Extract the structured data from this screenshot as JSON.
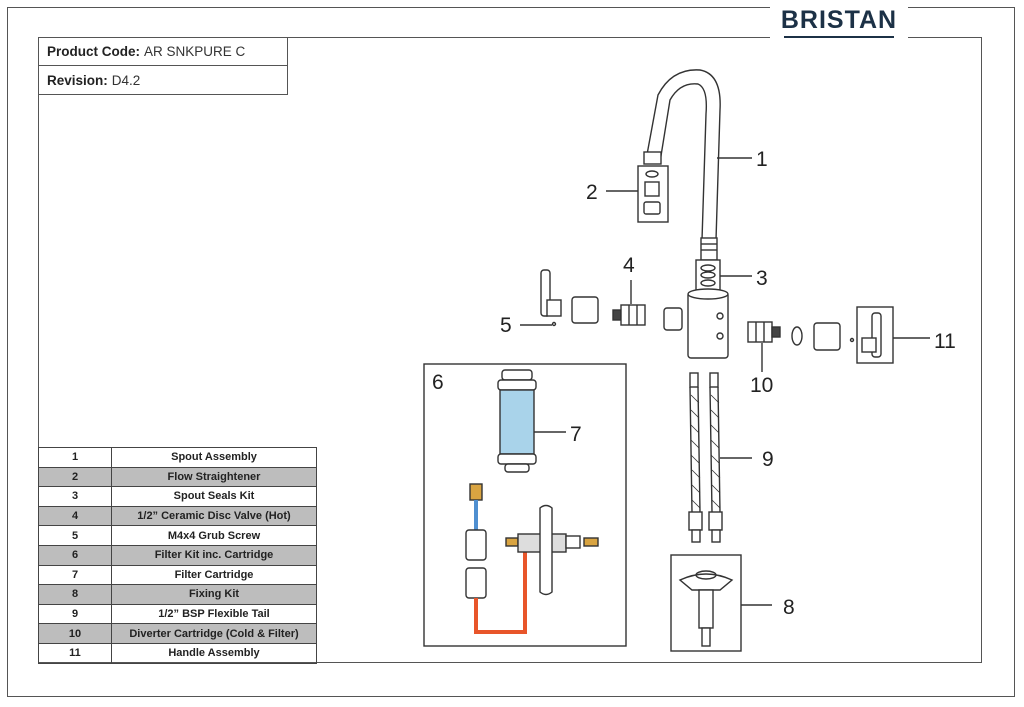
{
  "brand": "BRISTAN",
  "header": {
    "product_code_label": "Product Code:",
    "product_code_value": "AR SNKPURE C",
    "revision_label": "Revision:",
    "revision_value": "D4.2"
  },
  "parts": [
    {
      "num": "1",
      "name": "Spout Assembly"
    },
    {
      "num": "2",
      "name": "Flow Straightener"
    },
    {
      "num": "3",
      "name": "Spout Seals Kit"
    },
    {
      "num": "4",
      "name": "1/2” Ceramic Disc Valve (Hot)"
    },
    {
      "num": "5",
      "name": "M4x4 Grub Screw"
    },
    {
      "num": "6",
      "name": "Filter Kit inc. Cartridge"
    },
    {
      "num": "7",
      "name": "Filter Cartridge"
    },
    {
      "num": "8",
      "name": "Fixing Kit"
    },
    {
      "num": "9",
      "name": "1/2” BSP Flexible Tail"
    },
    {
      "num": "10",
      "name": "Diverter Cartridge (Cold & Filter)"
    },
    {
      "num": "11",
      "name": "Handle Assembly"
    }
  ],
  "callouts": {
    "c1": "1",
    "c2": "2",
    "c3": "3",
    "c4": "4",
    "c5": "5",
    "c6": "6",
    "c7": "7",
    "c8": "8",
    "c9": "9",
    "c10": "10",
    "c11": "11"
  },
  "colors": {
    "brand": "#1c3146",
    "filter_cartridge": "#a9d3ea",
    "cold_hose": "#4f8fd0",
    "filter_hose": "#e8552a",
    "fitting_brass": "#d9a441"
  }
}
